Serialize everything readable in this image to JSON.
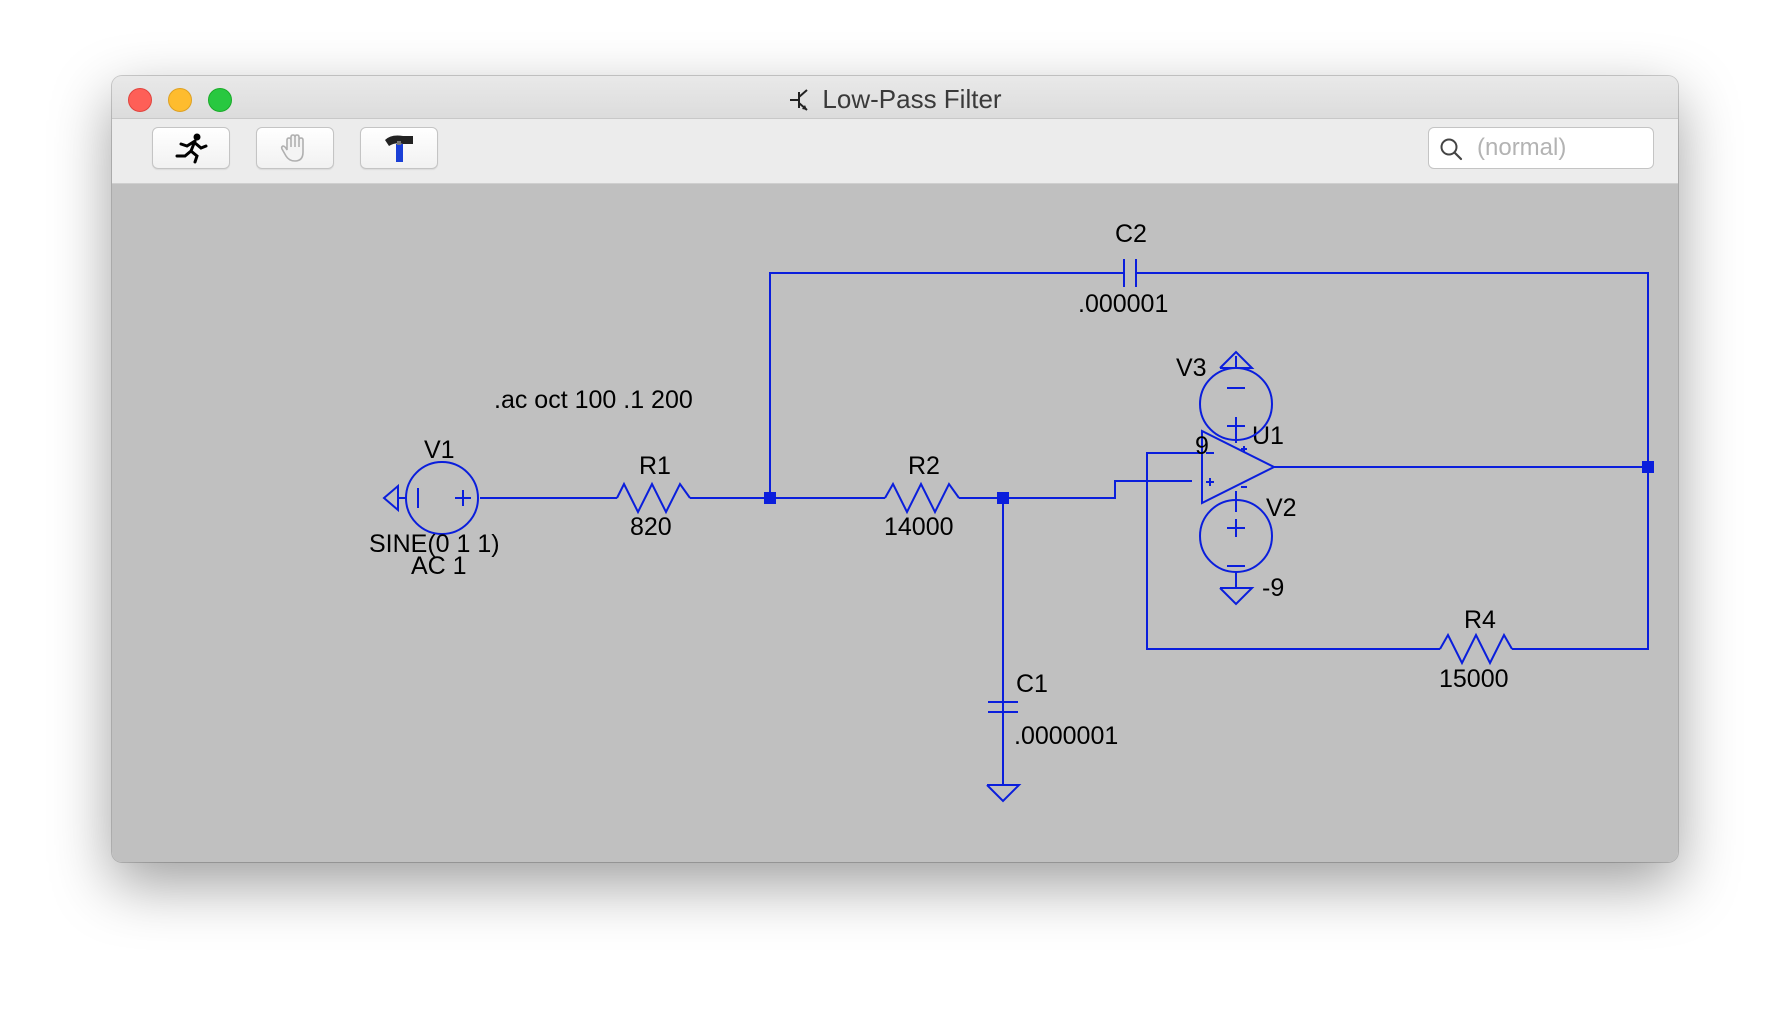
{
  "window": {
    "title": "Low-Pass Filter"
  },
  "toolbar": {
    "buttons": [
      {
        "name": "run",
        "icon": "running-man-icon"
      },
      {
        "name": "halt",
        "icon": "hand-icon"
      },
      {
        "name": "hammer",
        "icon": "hammer-icon"
      }
    ],
    "search": {
      "placeholder": "(normal)",
      "value": ""
    }
  },
  "schematic": {
    "directive": ".ac oct 100 .1 200",
    "components": {
      "V1": {
        "name": "V1",
        "value": "SINE(0 1 1)",
        "value2": "AC 1"
      },
      "R1": {
        "name": "R1",
        "value": "820"
      },
      "R2": {
        "name": "R2",
        "value": "14000"
      },
      "C1": {
        "name": "C1",
        "value": ".0000001"
      },
      "C2": {
        "name": "C2",
        "value": ".000001"
      },
      "R4": {
        "name": "R4",
        "value": "15000"
      },
      "V3": {
        "name": "V3",
        "value": "9"
      },
      "V2": {
        "name": "V2",
        "value": "-9"
      },
      "U1": {
        "name": "U1"
      }
    },
    "wire_color": "#0a1edc",
    "canvas_color": "#c0c0c0"
  }
}
